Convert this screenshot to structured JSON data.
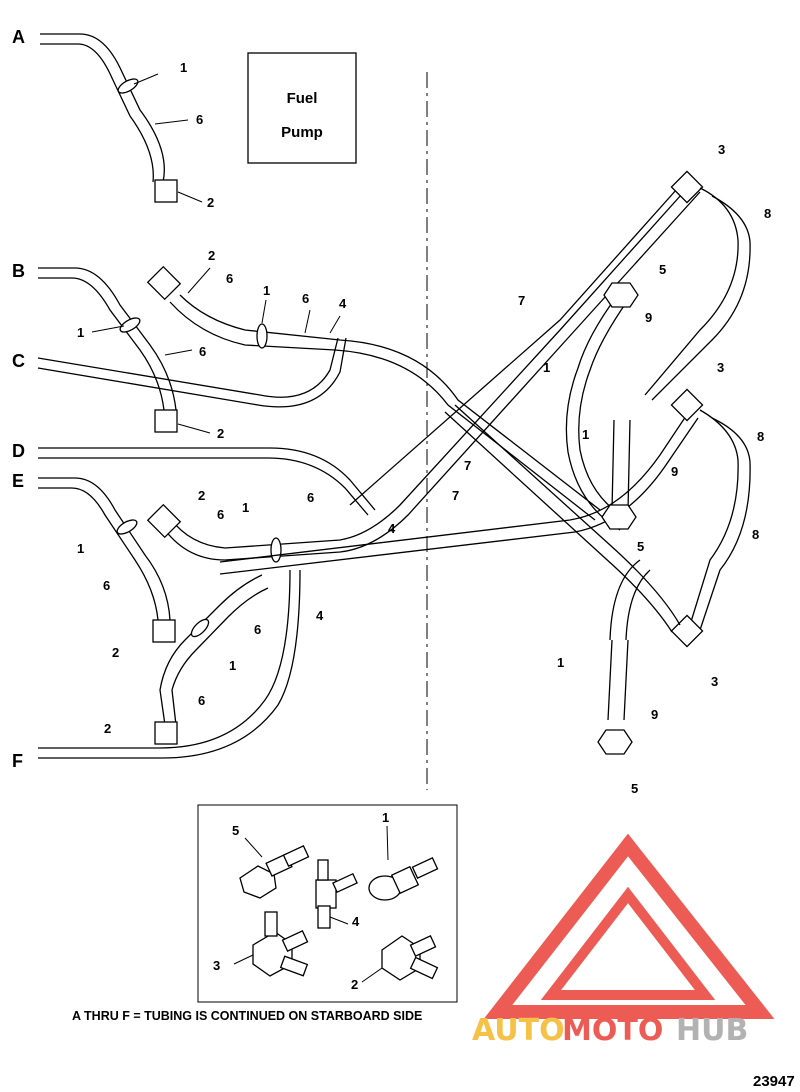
{
  "fuel_pump_box": {
    "line1": "Fuel",
    "line2": "Pump"
  },
  "tube_ends": [
    "A",
    "B",
    "C",
    "D",
    "E",
    "F"
  ],
  "callouts": [
    "1",
    "2",
    "3",
    "4",
    "5",
    "6",
    "7",
    "8",
    "9"
  ],
  "legend_footer": "A THRU F = TUBING IS CONTINUED ON STARBOARD SIDE",
  "figure_number": "23947",
  "watermark": {
    "text_auto": "AUTO",
    "text_moto": "MOTO",
    "text_hub": "HUB",
    "color_primary": "#e8332a",
    "color_accent": "#f5b21a",
    "color_gray": "#a0a0a0"
  }
}
